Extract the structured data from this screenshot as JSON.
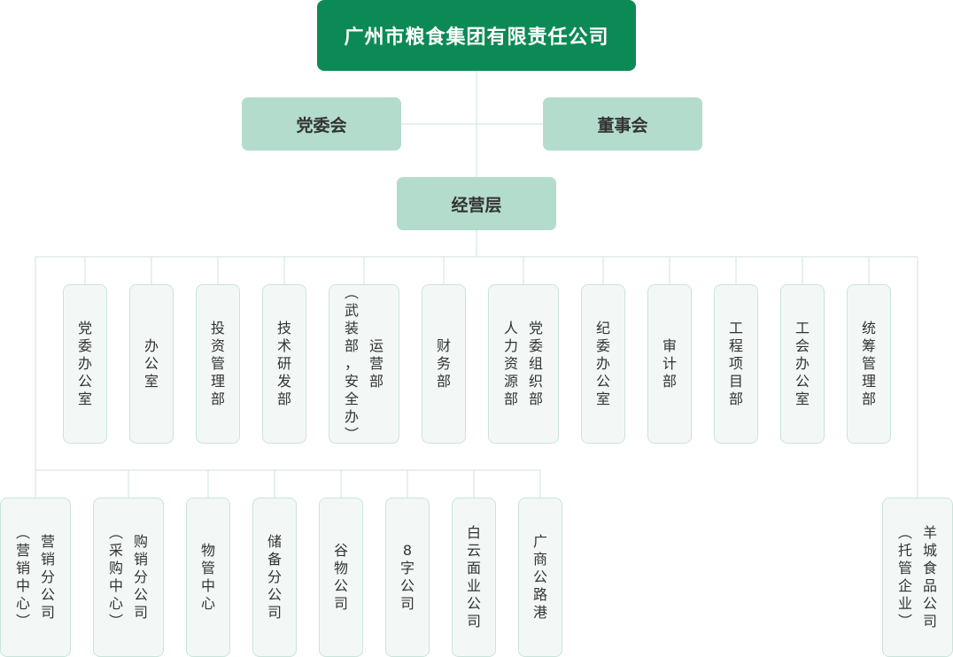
{
  "root": {
    "label": "广州市粮食集团有限责任公司"
  },
  "party_committee": {
    "label": "党委会"
  },
  "board": {
    "label": "董事会"
  },
  "management": {
    "label": "经营层"
  },
  "departments": [
    {
      "cols": [
        "党委办公室"
      ]
    },
    {
      "cols": [
        "办公室"
      ]
    },
    {
      "cols": [
        "投资管理部"
      ]
    },
    {
      "cols": [
        "技术研发部"
      ]
    },
    {
      "cols": [
        "运营部",
        "（武装部，安全办）"
      ]
    },
    {
      "cols": [
        "财务部"
      ]
    },
    {
      "cols": [
        "党委组织部",
        "人力资源部"
      ]
    },
    {
      "cols": [
        "纪委办公室"
      ]
    },
    {
      "cols": [
        "审计部"
      ]
    },
    {
      "cols": [
        "工程项目部"
      ]
    },
    {
      "cols": [
        "工会办公室"
      ]
    },
    {
      "cols": [
        "统筹管理部"
      ]
    }
  ],
  "subsidiaries": [
    {
      "cols": [
        "营销分公司",
        "（营销中心）"
      ]
    },
    {
      "cols": [
        "购销分公司",
        "（采购中心）"
      ]
    },
    {
      "cols": [
        "物管中心"
      ]
    },
    {
      "cols": [
        "储备分公司"
      ]
    },
    {
      "cols": [
        "谷物公司"
      ]
    },
    {
      "cols": [
        "8字公司"
      ]
    },
    {
      "cols": [
        "白云面业公司"
      ]
    },
    {
      "cols": [
        "广商公路港"
      ]
    }
  ],
  "managed": [
    {
      "cols": [
        "羊城食品公司",
        "（托管企业）"
      ]
    }
  ],
  "colors": {
    "primary": "#0c8a55",
    "secondary": "#b3dccc",
    "line": "#cfe3dc"
  }
}
